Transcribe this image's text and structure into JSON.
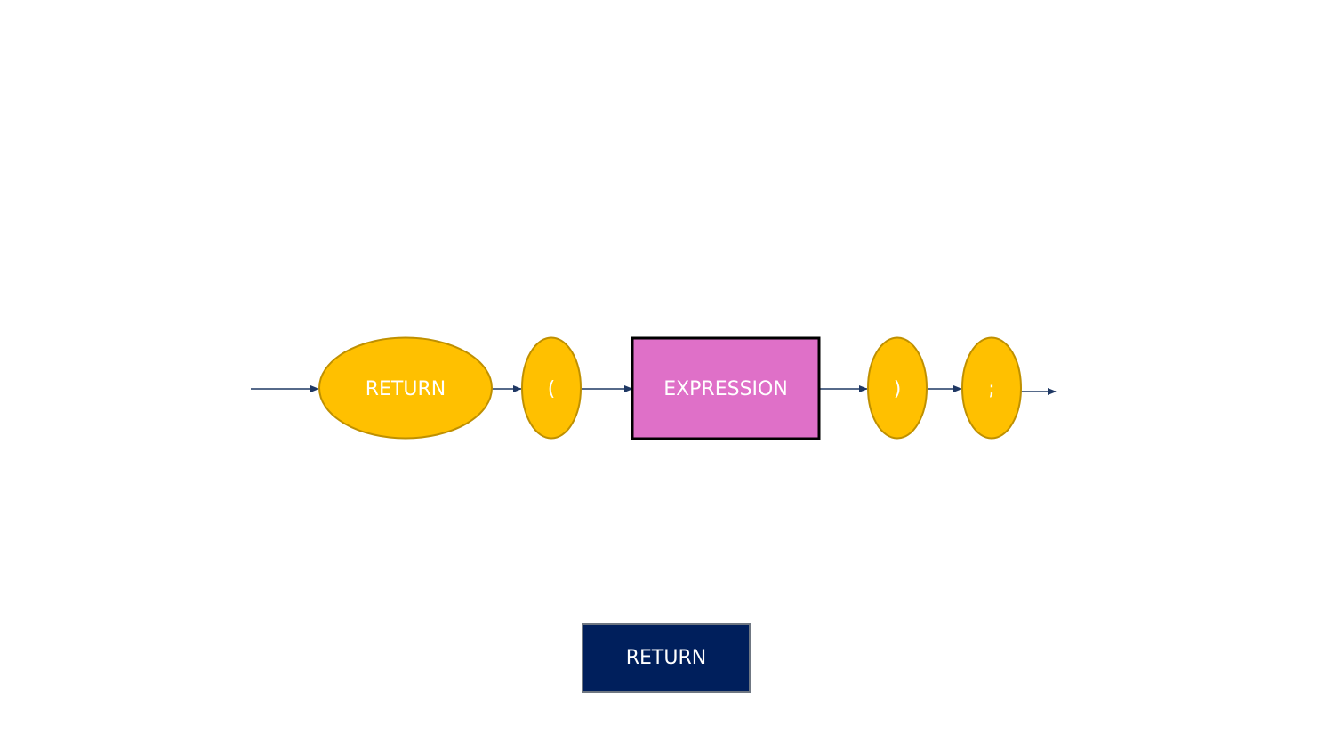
{
  "diagram": {
    "nodes": [
      {
        "id": "return",
        "shape": "ellipse",
        "label": "RETURN"
      },
      {
        "id": "open-paren",
        "shape": "ellipse",
        "label": "("
      },
      {
        "id": "expression",
        "shape": "rectangle",
        "label": "EXPRESSION"
      },
      {
        "id": "close-paren",
        "shape": "ellipse",
        "label": ")"
      },
      {
        "id": "semicolon",
        "shape": "ellipse",
        "label": ";"
      }
    ],
    "colors": {
      "terminal_fill": "#ffc000",
      "terminal_stroke": "#bf9000",
      "nonterminal_fill": "#df70c8",
      "nonterminal_stroke": "#000000",
      "arrow": "#1f3864"
    }
  },
  "caption": {
    "label": "RETURN",
    "color": "#001f5c"
  }
}
